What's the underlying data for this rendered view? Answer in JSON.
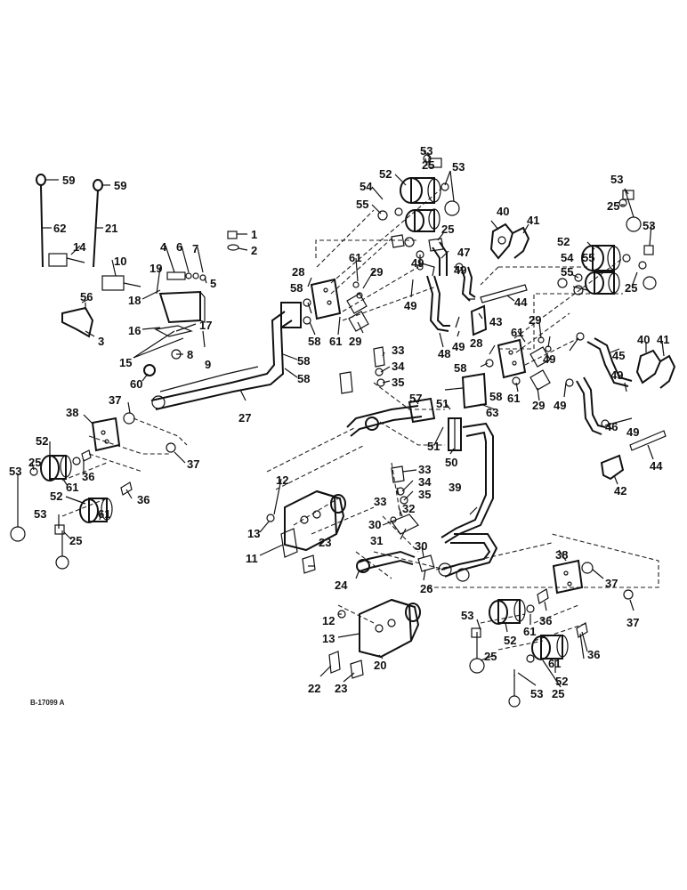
{
  "drawing_ref": "B-17099 A",
  "callouts": [
    "1",
    "2",
    "3",
    "4",
    "5",
    "6",
    "7",
    "8",
    "9",
    "10",
    "11",
    "12",
    "13",
    "14",
    "15",
    "16",
    "17",
    "18",
    "19",
    "20",
    "21",
    "22",
    "23",
    "24",
    "25",
    "26",
    "27",
    "28",
    "29",
    "30",
    "31",
    "32",
    "33",
    "34",
    "35",
    "36",
    "37",
    "38",
    "39",
    "40",
    "41",
    "42",
    "43",
    "44",
    "45",
    "46",
    "47",
    "48",
    "49",
    "50",
    "51",
    "52",
    "53",
    "54",
    "55",
    "56",
    "57",
    "58",
    "59",
    "60",
    "61",
    "62",
    "63"
  ]
}
